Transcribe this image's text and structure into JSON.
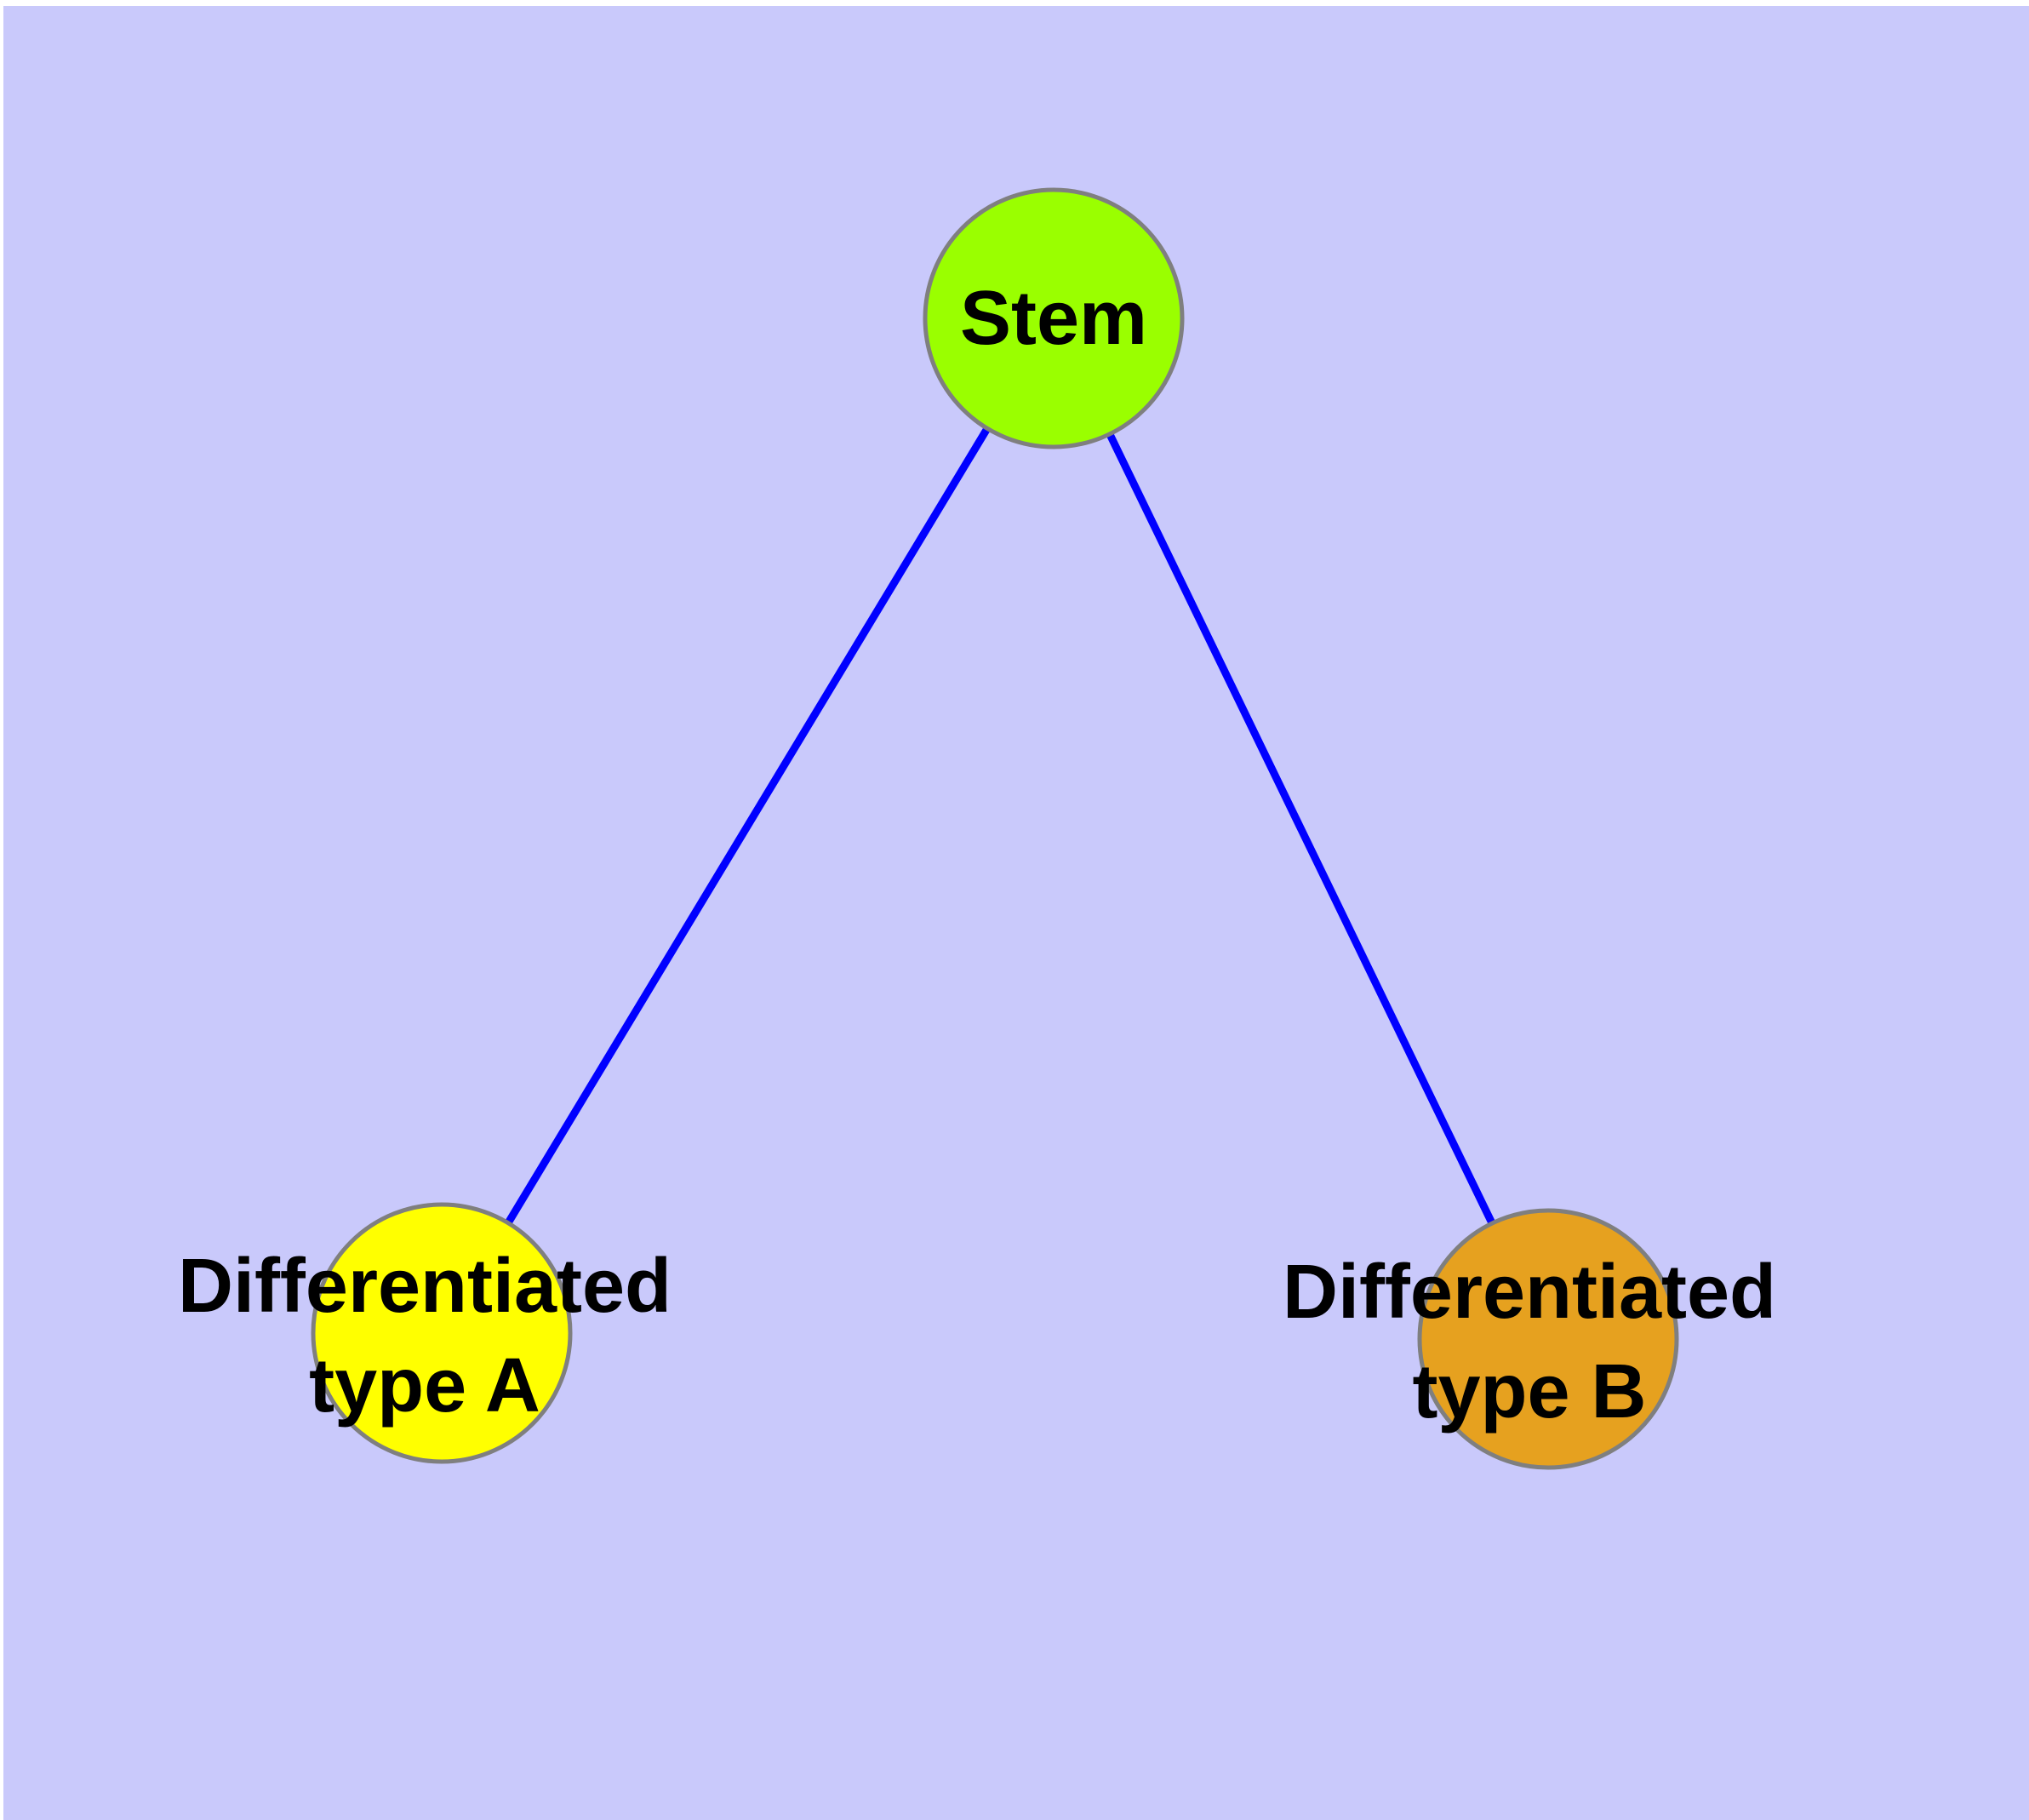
{
  "diagram": {
    "type": "node-link-graph",
    "background_color": "#c9c9fb",
    "page_border_color": "#ffffff",
    "edge_color": "#0000ff",
    "node_border_color": "#7f7f7f",
    "label_color": "#000000",
    "nodes": {
      "stem": {
        "label": "Stem",
        "fill": "#9aff00"
      },
      "type_a": {
        "label_line1": "Differentiated",
        "label_line2": "type A",
        "fill": "#ffff00"
      },
      "type_b": {
        "label_line1": "Differentiated",
        "label_line2": "type B",
        "fill": "#e6a11f"
      }
    },
    "edges": [
      {
        "from": "Stem",
        "to": "Differentiated type A"
      },
      {
        "from": "Stem",
        "to": "Differentiated type B"
      }
    ]
  }
}
